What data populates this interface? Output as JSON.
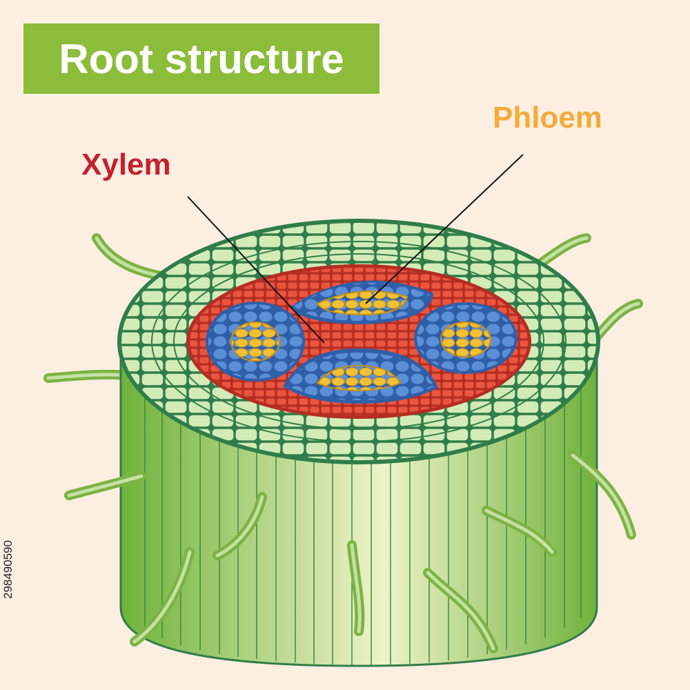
{
  "title": "Root structure",
  "labels": {
    "xylem": "Xylem",
    "phloem": "Phloem"
  },
  "stock_id": "298490590",
  "colors": {
    "background": "#fcefe2",
    "title_banner": "#8cbd3a",
    "title_text": "#ffffff",
    "xylem_label": "#c4202f",
    "phloem_label": "#f3ab3b",
    "epidermis": "#cfe8b2",
    "cell_outline": "#2f7d4a",
    "cortex_side": "#8bc34a",
    "pericycle": "#e9553f",
    "phloem_ring": "#5b8fd6",
    "xylem_core": "#f2c132"
  }
}
